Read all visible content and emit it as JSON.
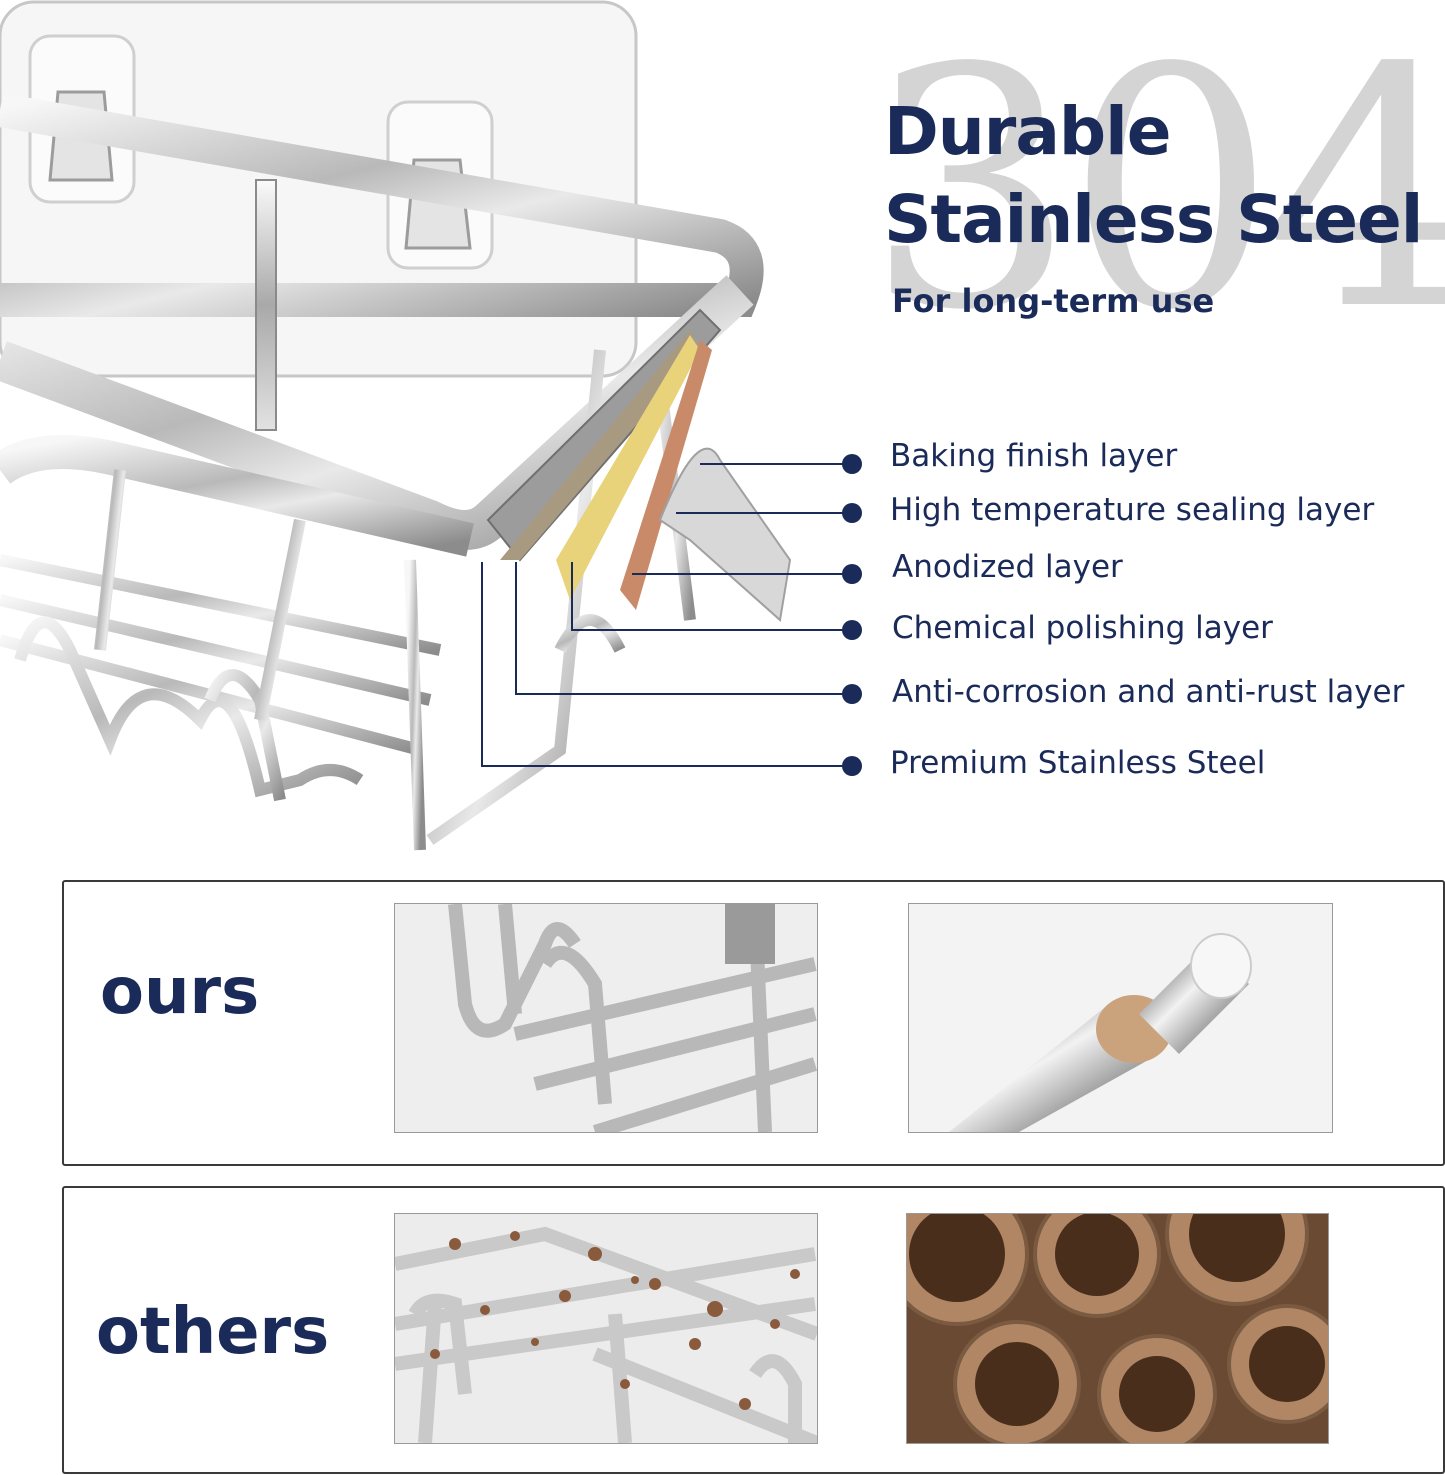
{
  "watermark": "304",
  "headline": {
    "line1": "Durable",
    "line2": "Stainless Steel",
    "subline": "For long-term use"
  },
  "layers": [
    {
      "label": "Baking finish layer"
    },
    {
      "label": "High temperature sealing layer"
    },
    {
      "label": "Anodized layer"
    },
    {
      "label": "Chemical polishing layer"
    },
    {
      "label": "Anti-corrosion and anti-rust layer"
    },
    {
      "label": "Premium Stainless Steel"
    }
  ],
  "comparison": {
    "ours_label": "ours",
    "others_label": "others"
  },
  "colors": {
    "navy": "#1b2b59",
    "watermark": "#d4d4d4",
    "rust": "#8a5a3c",
    "copper": "#c98a6a",
    "gold": "#e8d27a"
  }
}
